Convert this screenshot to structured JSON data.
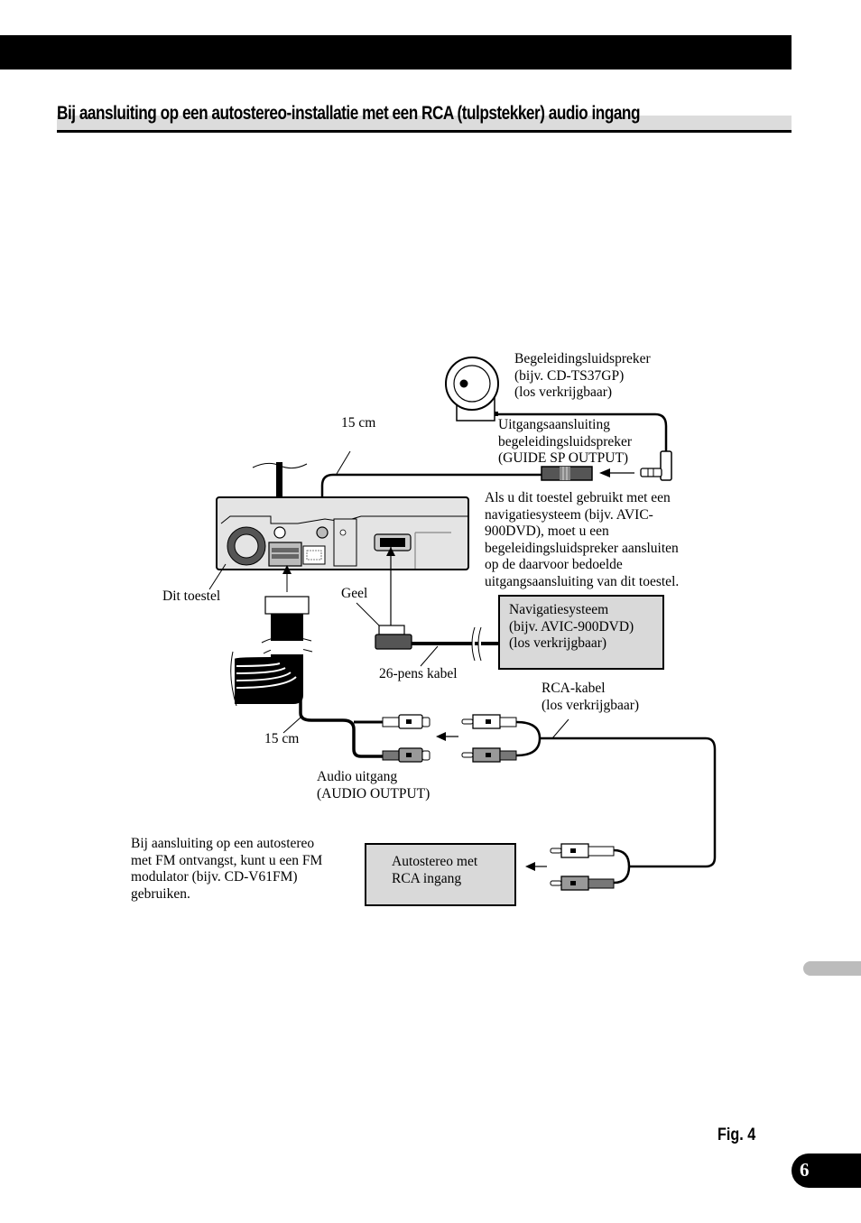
{
  "header": {
    "title": "Bij aansluiting op een autostereo-installatie met een RCA (tulpstekker) audio ingang"
  },
  "diagram": {
    "guide_speaker": [
      "Begeleidingsluidspreker",
      "(bijv. CD-TS37GP)",
      "(los verkrijgbaar)"
    ],
    "guide_output": [
      "Uitgangsaansluiting",
      "begeleidingsluidspreker",
      "(GUIDE SP OUTPUT)"
    ],
    "cable_length_top": "15 cm",
    "nav_note": [
      "Als u dit toestel gebruikt met een",
      "navigatiesysteem (bijv. AVIC-",
      "900DVD), moet u een",
      "begeleidingsluidspreker aansluiten",
      "op de daarvoor bedoelde",
      "uitgangsaansluiting van dit toestel."
    ],
    "unit_label": "Dit toestel",
    "yellow_label": "Geel",
    "nav_system": [
      "Navigatiesysteem",
      "(bijv. AVIC-900DVD)",
      "(los verkrijgbaar)"
    ],
    "cable_26pin": "26-pens kabel",
    "rca_cable": [
      "RCA-kabel",
      "(los verkrijgbaar)"
    ],
    "cable_length_bottom": "15 cm",
    "audio_output": [
      "Audio uitgang",
      "(AUDIO OUTPUT)"
    ],
    "fm_note": [
      "Bij aansluiting op een autostereo",
      "met FM ontvangst, kunt u een FM",
      "modulator (bijv. CD-V61FM)",
      "gebruiken."
    ],
    "car_stereo": [
      "Autostereo met",
      "RCA ingang"
    ]
  },
  "footer": {
    "figure_label": "Fig. 4",
    "page_number": "6"
  }
}
